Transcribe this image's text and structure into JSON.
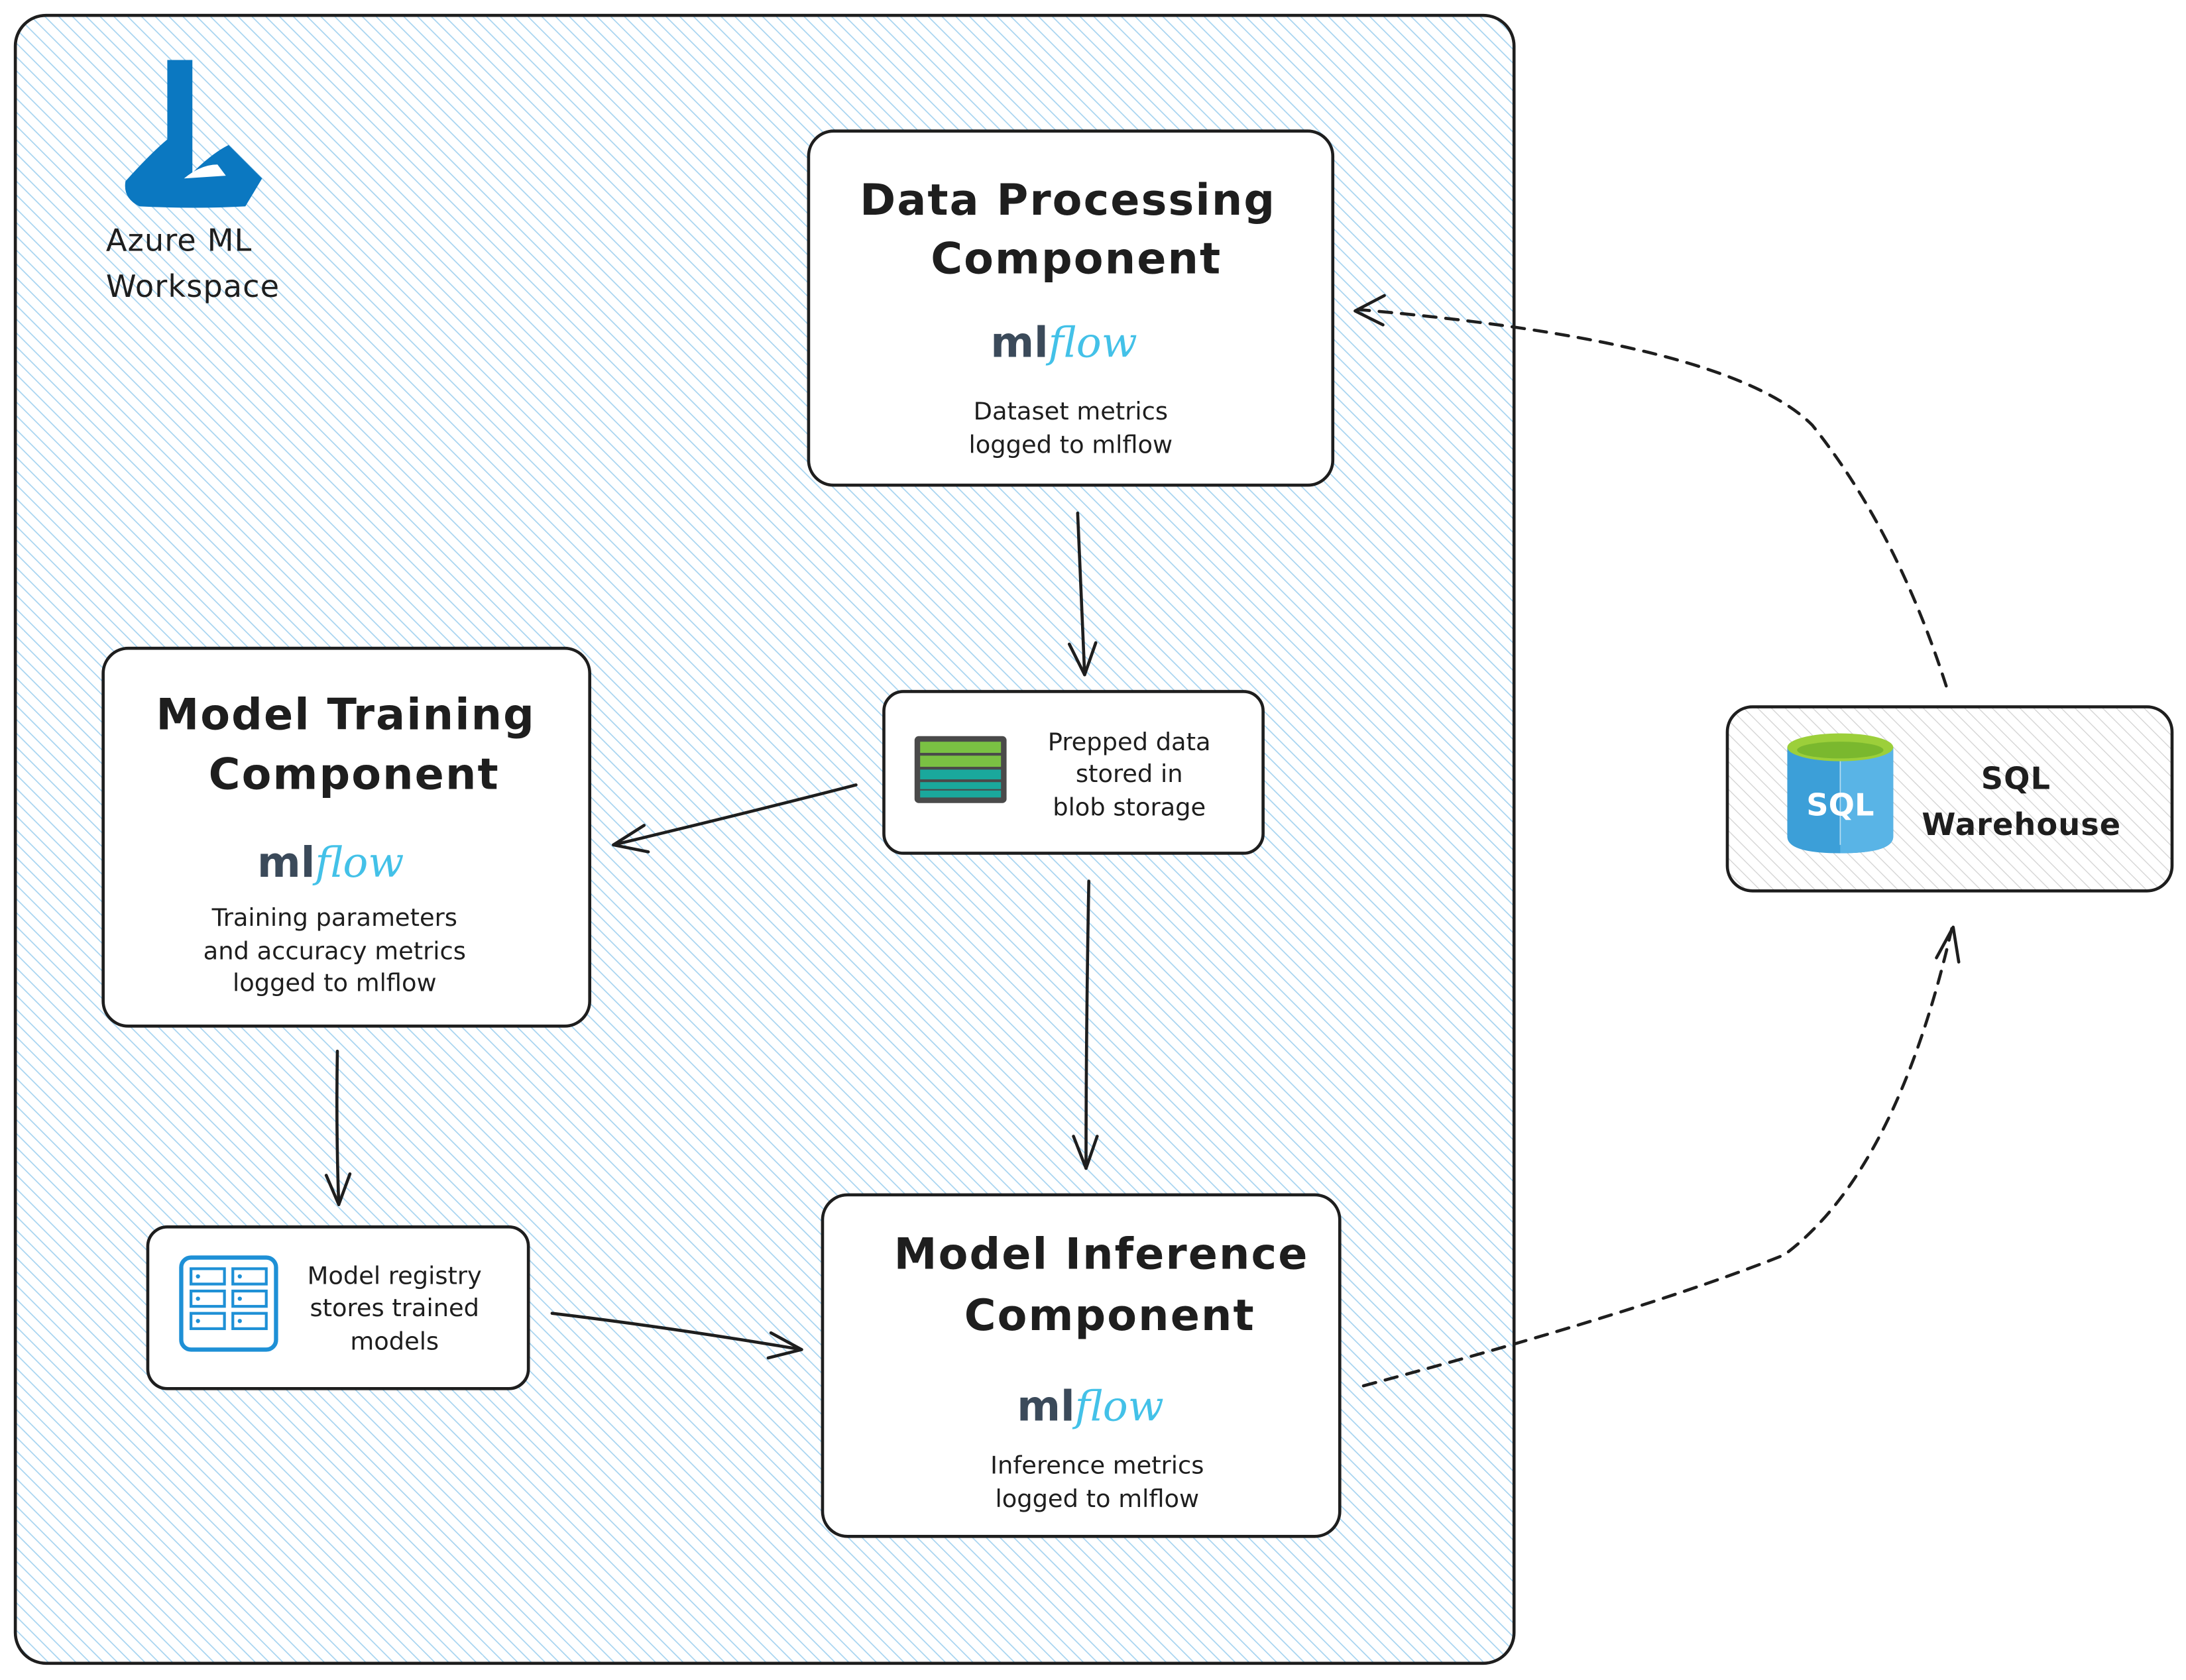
{
  "workspace": {
    "label_lines": [
      "Azure ML",
      "Workspace"
    ],
    "hatch_color": "#a5d3f0",
    "logo_color": "#0b78c1"
  },
  "cards": {
    "data_processing": {
      "title_lines": [
        "Data Processing",
        "Component"
      ],
      "logo": {
        "ml": "ml",
        "flow": "flow"
      },
      "body_lines": [
        "Dataset metrics",
        "logged to mlflow"
      ]
    },
    "model_training": {
      "title_lines": [
        "Model Training",
        "Component"
      ],
      "logo": {
        "ml": "ml",
        "flow": "flow"
      },
      "body_lines": [
        "Training parameters",
        "and accuracy metrics",
        "logged to mlflow"
      ]
    },
    "model_inference": {
      "title_lines": [
        "Model Inference",
        "Component"
      ],
      "logo": {
        "ml": "ml",
        "flow": "flow"
      },
      "body_lines": [
        "Inference metrics",
        "logged to mlflow"
      ]
    }
  },
  "nodes": {
    "blob_storage": {
      "lines": [
        "Prepped data",
        "stored in",
        "blob storage"
      ],
      "icon": "storage-table-icon"
    },
    "model_registry": {
      "lines": [
        "Model registry",
        "stores trained",
        "models"
      ],
      "icon": "server-rack-icon"
    },
    "sql_warehouse": {
      "lines": [
        "SQL",
        "Warehouse"
      ],
      "icon_label": "SQL",
      "icon": "sql-database-icon"
    }
  },
  "edges": [
    {
      "from": "data_processing",
      "to": "blob_storage",
      "style": "solid"
    },
    {
      "from": "blob_storage",
      "to": "model_training",
      "style": "solid"
    },
    {
      "from": "blob_storage",
      "to": "model_inference",
      "style": "solid"
    },
    {
      "from": "model_training",
      "to": "model_registry",
      "style": "solid"
    },
    {
      "from": "model_registry",
      "to": "model_inference",
      "style": "solid"
    },
    {
      "from": "sql_warehouse",
      "to": "data_processing",
      "style": "dashed"
    },
    {
      "from": "model_inference",
      "to": "sql_warehouse",
      "style": "dashed"
    }
  ],
  "colors": {
    "stroke": "#1e1e1e",
    "mlflow_ml": "#3b4a5a",
    "mlflow_flow": "#43c1e8",
    "storage_green": "#7ac143",
    "storage_teal": "#1aa89c",
    "registry_blue": "#1e90d6",
    "sql_blue": "#3c9fd8",
    "sql_green": "#9ccf3a"
  }
}
